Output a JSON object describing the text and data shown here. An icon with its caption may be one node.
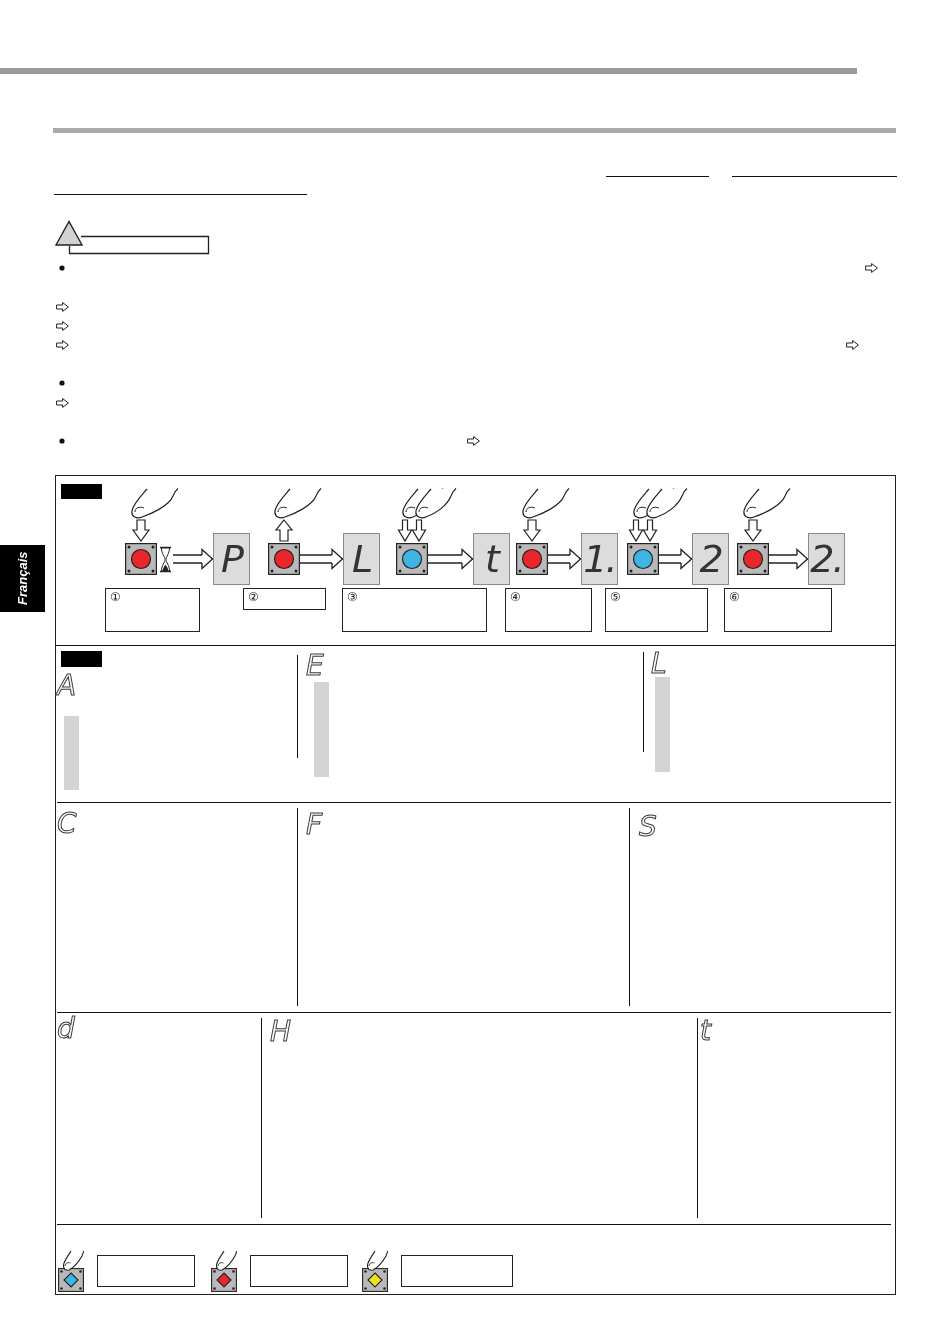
{
  "diagram": {
    "nodes": [
      {
        "text": [],
        "shape": "picture"
      },
      {
        "text": [
          "P"
        ]
      },
      {
        "text": [],
        "shape": "picture"
      },
      {
        "text": [
          "L"
        ]
      },
      {
        "text": [],
        "shape": "picture"
      },
      {
        "text": [
          "t"
        ]
      },
      {
        "text": [],
        "shape": "picture"
      },
      {
        "text": [
          "1."
        ]
      },
      {
        "text": [],
        "shape": "picture"
      },
      {
        "text": [
          "2"
        ]
      },
      {
        "text": [],
        "shape": "picture"
      },
      {
        "text": [
          "2."
        ]
      },
      {
        "text": [
          "①"
        ]
      },
      {
        "text": [
          "②"
        ]
      },
      {
        "text": [
          "③"
        ]
      },
      {
        "text": [
          "④"
        ]
      },
      {
        "text": [
          "⑤"
        ]
      },
      {
        "text": [
          "⑥"
        ]
      },
      {
        "text": [],
        "shape": "bar"
      },
      {
        "text": [],
        "shape": "bar"
      },
      {
        "text": [],
        "shape": "bar"
      },
      {
        "text": [],
        "shape": "box"
      },
      {
        "text": [],
        "shape": "box"
      },
      {
        "text": [],
        "shape": "box"
      }
    ],
    "edges": [
      {
        "from": 0,
        "to": 1,
        "arrow": "to"
      },
      {
        "from": 2,
        "to": 3,
        "arrow": "to"
      },
      {
        "from": 4,
        "to": 5,
        "arrow": "to"
      },
      {
        "from": 6,
        "to": 7,
        "arrow": "to"
      },
      {
        "from": 8,
        "to": 9,
        "arrow": "to"
      },
      {
        "from": 10,
        "to": 11,
        "arrow": "to"
      }
    ],
    "labels": [
      "Français",
      "A",
      "E",
      "L",
      "C",
      "F",
      "S",
      "d",
      "H",
      "t"
    ]
  }
}
